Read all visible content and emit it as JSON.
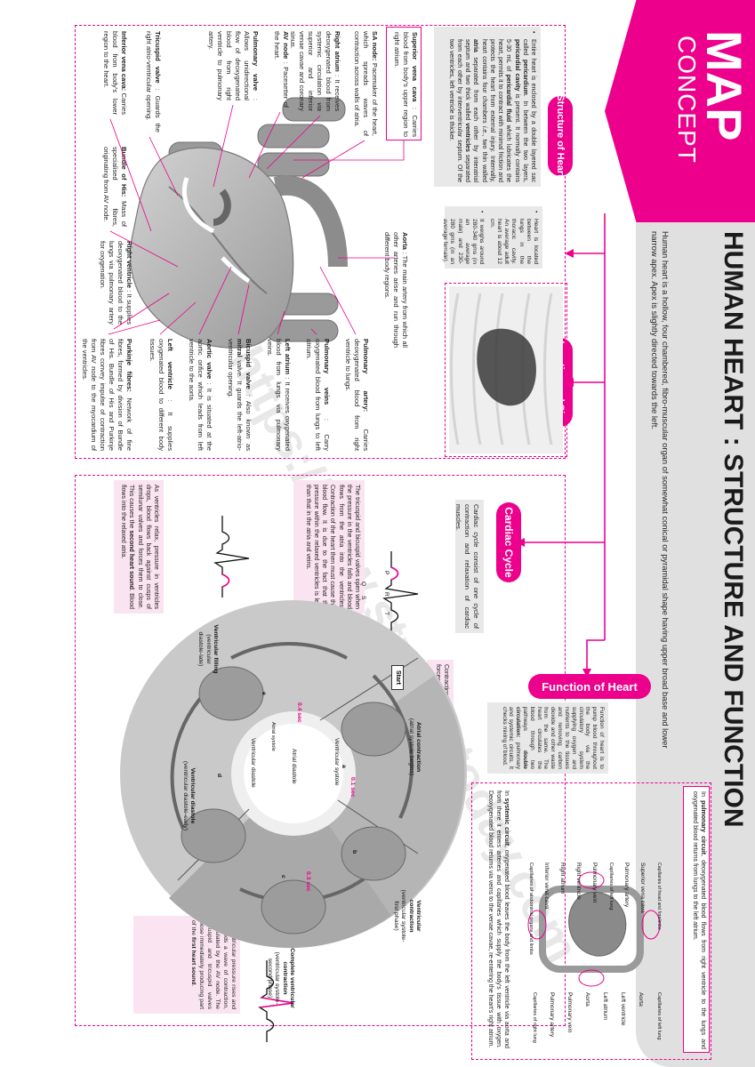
{
  "header": {
    "concept": "CONCEPT",
    "map": "MAP",
    "title": "HUMAN HEART : STRUCTURE AND FUNCTION",
    "subtitle": "Human heart is a hollow, four chambered, fibro-muscular organ of somewhat conical or pyramidal shape having upper broad base and lower narrow apex. Apex is slightly directed towards the left."
  },
  "watermark": "https://www.studiestoday.com",
  "sections": {
    "structure": "Structure of Heart",
    "location": "Location and Size",
    "cardiac": "Cardiac Cycle",
    "function": "Function of Heart"
  },
  "structure": {
    "intro": "Entire heart is enclosed by a double layered sac called <b>pericardium</b>. In between the two layers, <b>pericardial cavity</b> is present. It normally contains 5-30 mL of <b>pericardial fluid</b> which lubricates the heart, permits it to contract with minimal friction and protects the heart from external injury. Internally, heart contains four chambers <i>i.e.</i>, two thin walled <b>atria</b> separated from each other by interatrial septum and two thick walled <b>ventricles</b> separated from each other by interventricular septum. Of the two ventricles, left ventricle is thicker.",
    "labels": [
      {
        "id": "superior-vena-cava",
        "text": "<b>Superior vena cava</b> : Carries blood from body's upper region to right atrium."
      },
      {
        "id": "sa-node",
        "text": "<b>SA node:</b> Pacemaker of the heart, which spreads waves of contraction across walls of atria."
      },
      {
        "id": "right-atrium",
        "text": "<b>Right atrium</b> : It receives deoxygenated blood from systemic circulation <i>via</i> superior and inferior venae cavae and coronary sinus."
      },
      {
        "id": "av-node",
        "text": "<b>AV node</b> : Pacesetter of the heart."
      },
      {
        "id": "pulmonary-valve",
        "text": "<b>Pulmonary valve</b> : Allows unidirectional flow of deoxygenated blood from right ventricle to pulmonary artery."
      },
      {
        "id": "tricuspid-valve",
        "text": "<b>Tricuspid valve</b> : Guards the right atrio-ventricular opening."
      },
      {
        "id": "inferior-vena-cava",
        "text": "<b>Inferior vena cava:</b> Carries blood from body's lower region to the heart."
      },
      {
        "id": "bundle-of-his",
        "text": "<b>Bundle of His:</b> Mass of specialised fibres, originating from AV node."
      },
      {
        "id": "right-ventricle",
        "text": "<b>Right ventricle</b> : It supplies deoxygenated blood to the lungs via pulmonary artery for oxygenation."
      },
      {
        "id": "purkinje-fibres",
        "text": "<b>Purkinje fibres:</b> Network of fine fibres, formed by division of Bundle of His. Bundle of His and Purkinje fibres convey impulse of contraction from AV node to the myocardium of the ventricles."
      },
      {
        "id": "left-ventricle",
        "text": "<b>Left ventricle</b> : It supplies oxygenated blood to different body tissues."
      },
      {
        "id": "aortic-valve",
        "text": "<b>Aortic valve</b> : It is situated at the aortic orifice which leads from left ventricle to the aorta."
      },
      {
        "id": "bicuspid-valve",
        "text": "<b>Bicuspid valve</b> : Also known as <b>mitral</b> valve. It guards the left-atrio-ventricular opening."
      },
      {
        "id": "left-atrium",
        "text": "<b>Left atrium</b> : It receives oxygenated blood from lungs via pulmonary veins."
      },
      {
        "id": "pulmonary-veins",
        "text": "<b>Pulmonary veins</b> : Carry oxygenated blood from lungs to left atrium."
      },
      {
        "id": "pulmonary-artery",
        "text": "<b>Pulmonary artery:</b> Carries deoxygenated blood from right ventricle to lungs."
      },
      {
        "id": "aorta",
        "text": "<b>Aorta</b> : The main artery from which all other arteries arise and run through different body regions."
      }
    ]
  },
  "location": {
    "points": [
      "Heart is located between the lungs in the thoracic cavity. An average adult heart is about 12 cm.",
      "It weighs around 280-340 gms (in an average male) and 230-280 gms (in an average female)."
    ]
  },
  "cardiac": {
    "intro": "Cardiac cycle consist of one cycle of contraction and relaxation of cardiac muscles.",
    "note_left": "The tricuspid and bicuspid valves open when the pressure in the ventricles falls and blood flows from the atria into the ventricles. Contraction of the heart then must cause this blood flow. It is due to the fact that the pressure within the relaxed ventricles is less than that in the atria and veins.",
    "note_right": "Contraction of atria is stimulated by SA node, forces blood into the relaxed ventricles.",
    "note_bottom": "As ventricles relax, pressure in ventricles drops, blood flows back against cusps of semilunar valves and forces them to close. This causes the <b>second heart sound</b>. Blood flows into the relaxed atria.",
    "note_bottom2": "As ventricular pressure rises and exceeds a wave of contraction, stimulated by the AV node. The bicuspid and tricuspid valves close immediately producing part of the <b>first heart sound</b>.",
    "wheel": {
      "diastole_outer": "Ventricular diastole",
      "systole_inner": "Ventricular systole",
      "atrial_diastole": "Atrial diastole",
      "atrial_systole": "Atrial systole",
      "start": "Start",
      "stages": [
        {
          "key": "a",
          "title": "Atrial contraction",
          "sub": "(atrial systole begins)",
          "time": "0.1 sec"
        },
        {
          "key": "b",
          "title": "Ventricular contraction",
          "sub": "(ventricular systole-first phase)",
          "time": "0.3 sec"
        },
        {
          "key": "c",
          "title": "Complete ventricular contraction",
          "sub": "(ventricular systole-second phase)",
          "time": ""
        },
        {
          "key": "d",
          "title": "Ventricular diastole",
          "sub": "(ventricular diastole-early)",
          "time": ""
        },
        {
          "key": "e",
          "title": "Ventricular filling",
          "sub": "(ventricular diastole-late)",
          "time": "0.4 sec"
        }
      ]
    },
    "ecg": [
      "P",
      "Q",
      "R",
      "S",
      "T"
    ]
  },
  "function": {
    "intro": "Function of heart is to pump blood throughout the body via the circulatory system supplying oxygen and nutrients to the tissues and removing carbon dioxide and other waste from the same. The heart circulates the blood through two pathways <b>double circulation:</b> pulmonary and systemic circuits. It checks mixing of blood.",
    "pulmonary_note": "In <b>pulmonary circuit</b>, deoxygenated blood flows from right ventricle to the lungs and oxygenated blood returns from lungs to the left atrium.",
    "systemic_note": "In <b>systemic circuit</b>, oxygenated blood leaves the body from the left ventricle via aorta and from there it enters arteries and capillaries which supply the body's tissue with oxygen. Deoxygenated blood returns via veins to the venae cavae, re-entering the heart's right atrium.",
    "list_left": [
      "Capillaries of abdominal organs and limbs",
      "Inferior vena cava",
      "Right atrium",
      "Right ventricle",
      "Pulmonary vein",
      "Capillaries of left lung",
      "Pulmonary artery",
      "Superior vena cava",
      "Capillaries of head and forelimbs"
    ],
    "list_right": [
      "Capillaries of right lung",
      "Pulmonary artery",
      "Pulmonary vein",
      "Aorta",
      "Left atrium",
      "Left ventricle",
      "Aorta",
      "Capillaries of left lung"
    ]
  }
}
